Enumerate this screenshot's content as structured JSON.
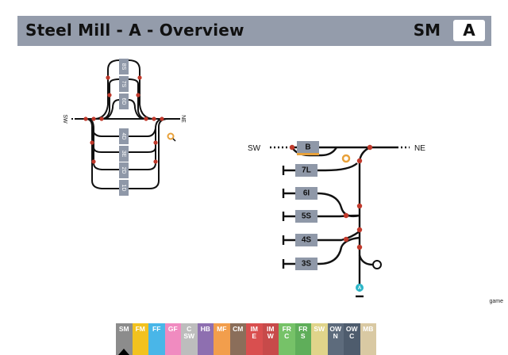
{
  "header": {
    "title": "Steel Mill - A - Overview",
    "station_code": "SM",
    "yard_letter": "A"
  },
  "small_diagram": {
    "west_label": "SW",
    "east_label": "NE",
    "upper_tracks": [
      "8S",
      "7S",
      "6D"
    ],
    "lower_tracks": [
      "4D",
      "3E",
      "2D",
      "1D"
    ]
  },
  "main_diagram": {
    "west_label": "SW",
    "east_label": "NE",
    "through_track": "B",
    "spurs": [
      "7L",
      "6I",
      "5S",
      "4S",
      "3S"
    ],
    "marker_label": "A"
  },
  "tabs": [
    {
      "l1": "SM",
      "l2": "",
      "color": "#8c8c8c",
      "active": true
    },
    {
      "l1": "FM",
      "l2": "",
      "color": "#f2c21f",
      "active": false
    },
    {
      "l1": "FF",
      "l2": "",
      "color": "#49b6e8",
      "active": false
    },
    {
      "l1": "GF",
      "l2": "",
      "color": "#f08bc0",
      "active": false
    },
    {
      "l1": "C",
      "l2": "SW",
      "color": "#bdbdbd",
      "active": false
    },
    {
      "l1": "HB",
      "l2": "",
      "color": "#8e6fb0",
      "active": false
    },
    {
      "l1": "MF",
      "l2": "",
      "color": "#f29e4c",
      "active": false
    },
    {
      "l1": "CM",
      "l2": "",
      "color": "#8b6e5a",
      "active": false
    },
    {
      "l1": "IM",
      "l2": "E",
      "color": "#d94f4f",
      "active": false
    },
    {
      "l1": "IM",
      "l2": "W",
      "color": "#c74a4a",
      "active": false
    },
    {
      "l1": "FR",
      "l2": "C",
      "color": "#76c268",
      "active": false
    },
    {
      "l1": "FR",
      "l2": "S",
      "color": "#5fae5a",
      "active": false
    },
    {
      "l1": "SW",
      "l2": "",
      "color": "#e0d48a",
      "active": false
    },
    {
      "l1": "OW",
      "l2": "N",
      "color": "#5d6b7c",
      "active": false
    },
    {
      "l1": "OW",
      "l2": "C",
      "color": "#4e5c6d",
      "active": false
    },
    {
      "l1": "MB",
      "l2": "",
      "color": "#d9c9a3",
      "active": false
    }
  ],
  "watermark": "game",
  "colors": {
    "header_bg": "#949cab",
    "track_box": "#8f98a8",
    "switch_dot": "#c0392b",
    "orange_marker": "#e8a13a",
    "teal_marker": "#2cb6c8"
  }
}
